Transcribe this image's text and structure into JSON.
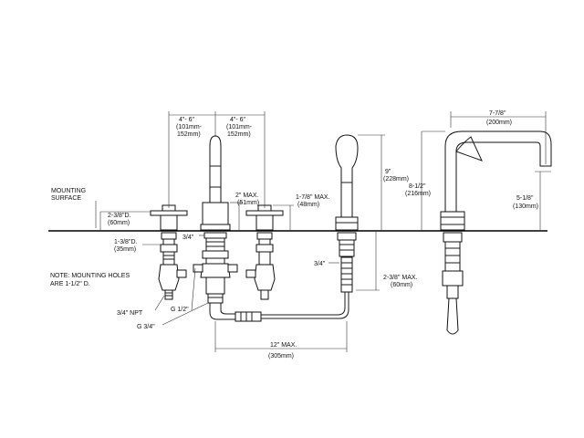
{
  "labels": {
    "mounting_surface_1": "MOUNTING",
    "mounting_surface_2": "SURFACE",
    "note_1": "NOTE: MOUNTING HOLES",
    "note_2": "ARE 1-1/2\" D.",
    "handle_dia_1": "2-3/8\"D.",
    "handle_dia_2": "(60mm)",
    "escutcheon_dia_1": "1-3/8\"D.",
    "escutcheon_dia_2": "(35mm)",
    "npt": "3/4\" NPT",
    "g_half": "G 1/2\"",
    "g_three_quarter": "G 3/4\"",
    "spread_left_1": "4\"- 6\"",
    "spread_left_2": "(101mm-",
    "spread_left_3": "152mm)",
    "spread_right_1": "4\"- 6\"",
    "spread_right_2": "(101mm-",
    "spread_right_3": "152mm)",
    "three_quarter_spout": "3/4\"",
    "max_deck_1": "2\" MAX.",
    "max_deck_2": "(51mm)",
    "handle_height_1": "1-7/8\" MAX.",
    "handle_height_2": "(48mm)",
    "handspray_height_1": "9\"",
    "handspray_height_2": "(228mm)",
    "three_quarter_spray": "3/4\"",
    "below_deck_1": "2-3/8\" MAX.",
    "below_deck_2": "(60mm)",
    "hose_length_1": "12\" MAX.",
    "hose_length_2": "(305mm)",
    "spout_height_1": "8-1/2\"",
    "spout_height_2": "(216mm)",
    "reach_1": "7-7/8\"",
    "reach_2": "(200mm)",
    "spout_clear_1": "5-1/8\"",
    "spout_clear_2": "(130mm)"
  }
}
